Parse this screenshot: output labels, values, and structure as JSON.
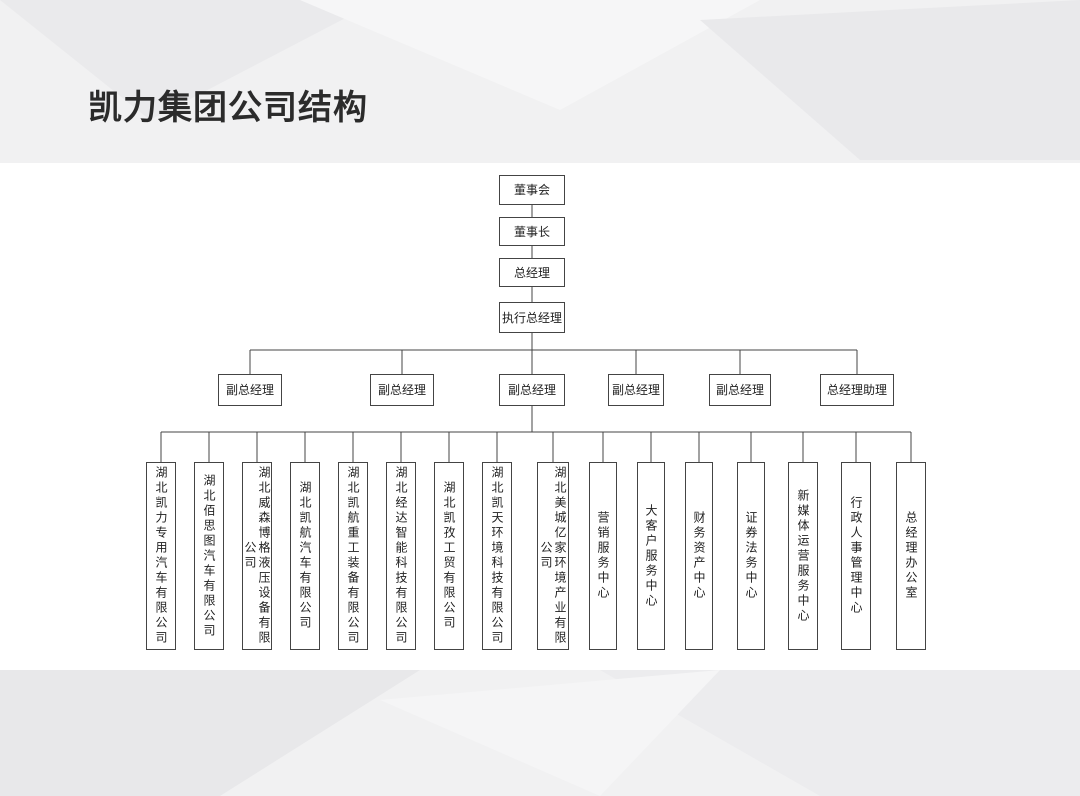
{
  "title": "凯力集团公司结构",
  "colors": {
    "line": "#444444",
    "border": "#444444",
    "text": "#222222",
    "title": "#2b2b2b"
  },
  "org": {
    "chain": [
      "董事会",
      "董事长",
      "总经理",
      "执行总经理"
    ],
    "level2": [
      "副总经理",
      "副总经理",
      "副总经理",
      "副总经理",
      "副总经理",
      "总经理助理"
    ],
    "level3": [
      "湖北凯力专用汽车有限公司",
      "湖北佰思图汽车有限公司",
      "湖北威森博格液压设备有限公司",
      "湖北凯航汽车有限公司",
      "湖北凯航重工装备有限公司",
      "湖北经达智能科技有限公司",
      "湖北凯孜工贸有限公司",
      "湖北凯天环境科技有限公司",
      "湖北美城亿家环境产业有限公司",
      "营销服务中心",
      "大客户服务中心",
      "财务资产中心",
      "证券法务中心",
      "新媒体运营服务中心",
      "行政人事管理中心",
      "总经理办公室"
    ]
  }
}
